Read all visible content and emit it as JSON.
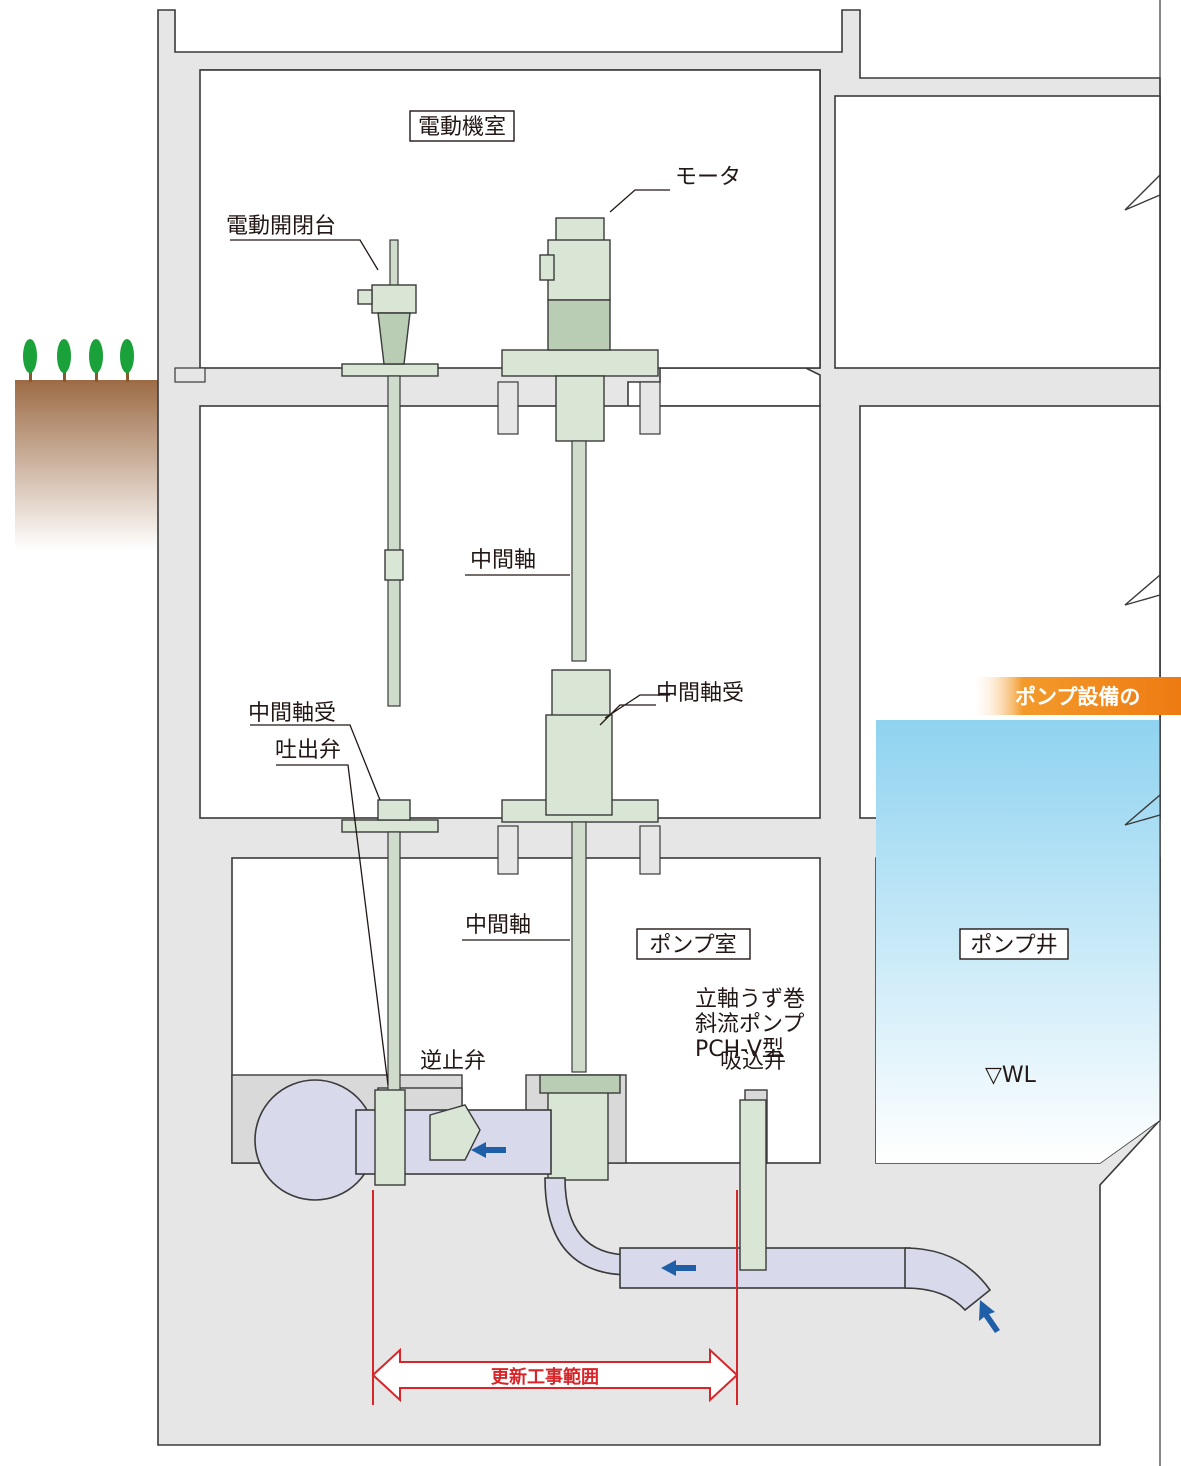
{
  "rooms": {
    "motor_room": "電動機室",
    "pump_room": "ポンプ室",
    "pump_well": "ポンプ井"
  },
  "labels": {
    "motor": "モータ",
    "electric_actuator": "電動開閉台",
    "intermediate_shaft_upper": "中間軸",
    "intermediate_bearing_right": "中間軸受",
    "intermediate_bearing_left": "中間軸受",
    "intermediate_shaft_lower": "中間軸",
    "discharge_valve": "吐出弁",
    "check_valve": "逆止弁",
    "pump_line1": "立軸うず巻",
    "pump_line2": "斜流ポンプ",
    "pump_line3": "PCH-V型",
    "suction_valve": "吸込弁",
    "water_level": "▽WL",
    "renewal_scope": "更新工事範囲"
  },
  "banner": {
    "text": "ポンプ設備の"
  },
  "colors": {
    "equipment": "#d9e6d5",
    "pipe": "#d8d9ea",
    "water": "#8fd3f0",
    "scope_arrow": "#d7262a",
    "banner": "#f39a2b",
    "flow_arrow": "#1f5fa8",
    "tree": "#1aa13a",
    "soil": "#9c6b45"
  }
}
